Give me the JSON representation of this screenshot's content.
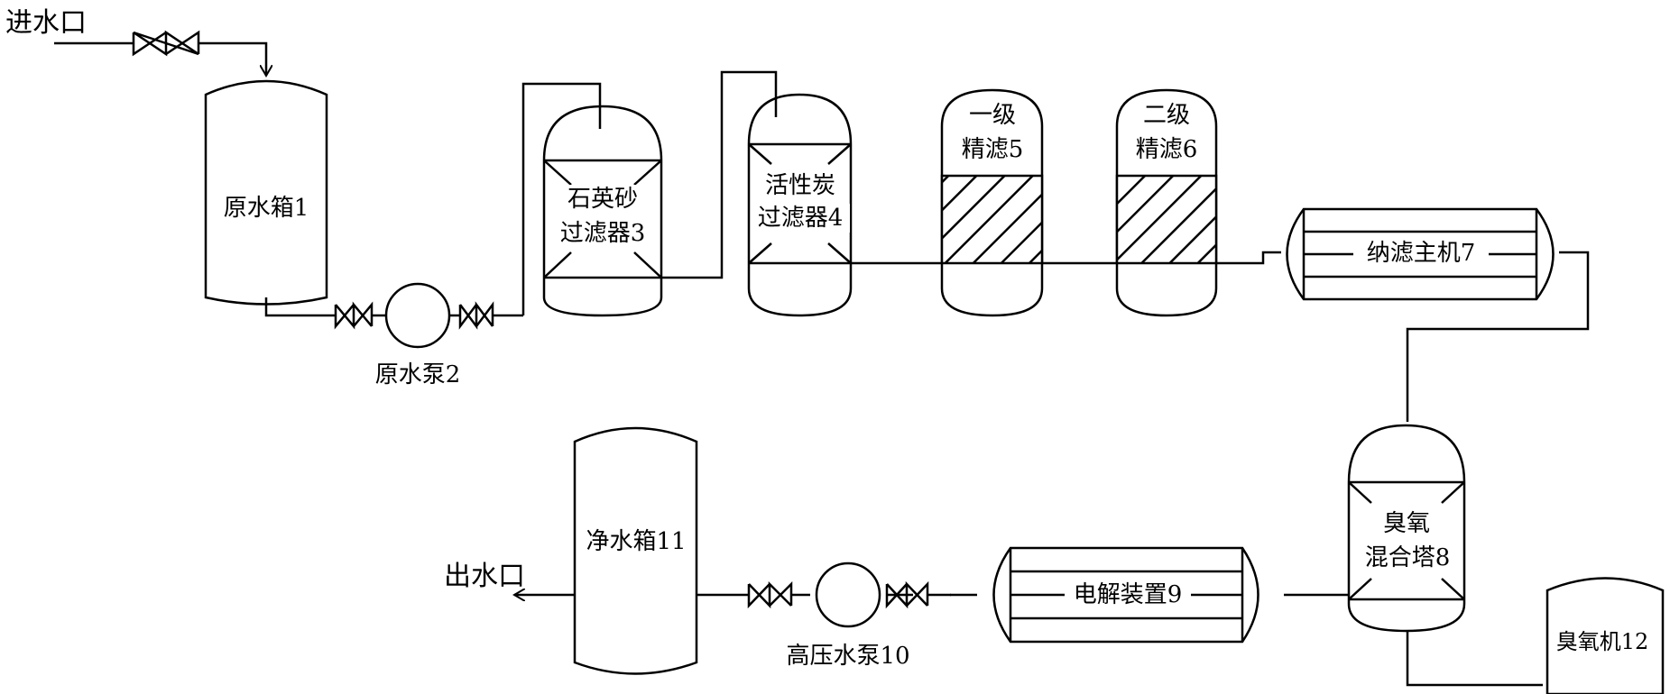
{
  "inlet_label": "进水口",
  "outlet_label": "出水口",
  "components": {
    "raw_tank": "原水箱1",
    "raw_pump": "原水泵2",
    "quartz_filter": [
      "石英砂",
      "过滤器3"
    ],
    "carbon_filter": [
      "活性炭",
      "过滤器4"
    ],
    "fine_filter_1": [
      "一级",
      "精滤5"
    ],
    "fine_filter_2": [
      "二级",
      "精滤6"
    ],
    "nanofiltration": "纳滤主机7",
    "ozone_tower": [
      "臭氧",
      "混合塔8"
    ],
    "electrolysis": "电解装置9",
    "hp_pump": "高压水泵10",
    "clean_tank": "净水箱11",
    "ozone_generator": "臭氧机12"
  }
}
